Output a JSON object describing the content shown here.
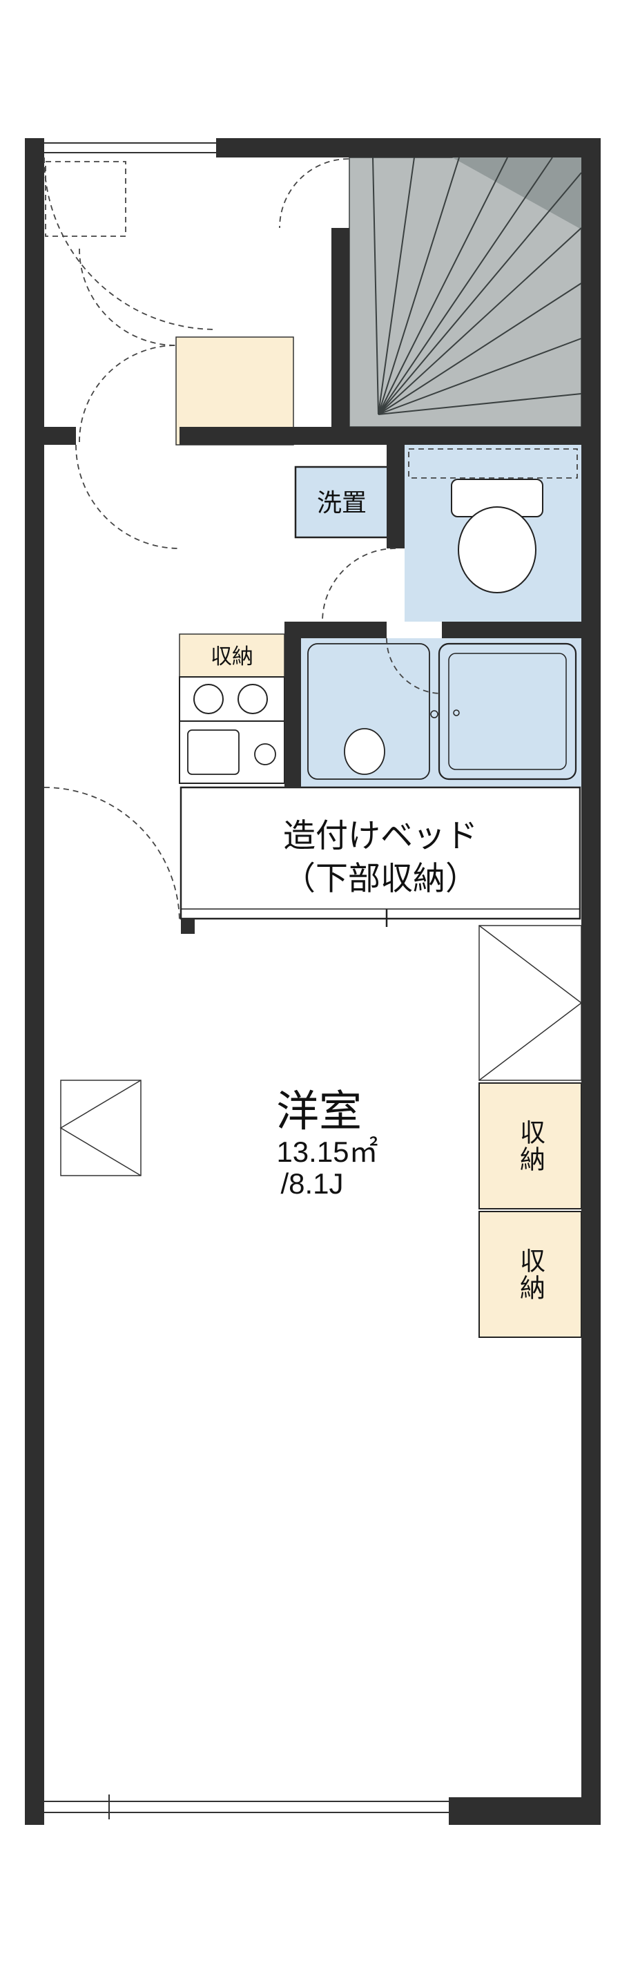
{
  "plan": {
    "labels": {
      "laundry": "洗置",
      "kitchen_storage": "収納",
      "bed_line1": "造付けベッド",
      "bed_line2": "（下部収納）",
      "room_name": "洋室",
      "room_area_m2": "13.15㎡",
      "room_area_jo": "/8.1J",
      "storage_right_top": "収納",
      "storage_right_bottom": "収納"
    },
    "colors": {
      "wall": "#2f2f2f",
      "room_blue": "#cfe1f0",
      "cream": "#fbeed3",
      "stair_gray": "#b7bcbc",
      "stair_dark": "#939b9b",
      "background": "#ffffff"
    }
  }
}
